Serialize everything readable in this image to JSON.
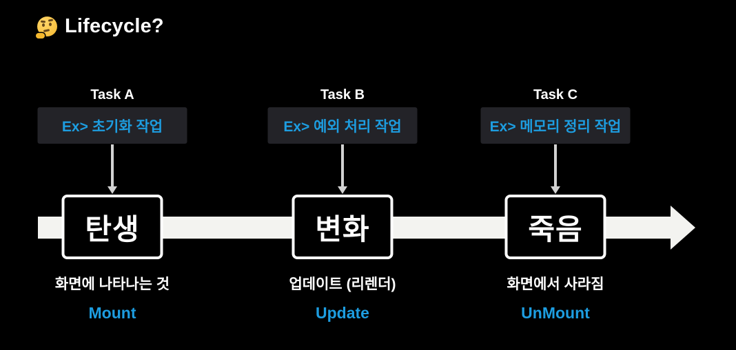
{
  "title": {
    "icon": "thinking-face-emoji",
    "text": "Lifecycle?"
  },
  "colors": {
    "background": "#000000",
    "accent_blue": "#1d9de0",
    "example_panel": "#232328",
    "timeline_white": "#f3f3f0",
    "connector_gray": "#d2d2d2",
    "text_white": "#ffffff",
    "emoji_yellow": "#f5b82e"
  },
  "stages": [
    {
      "task": "Task A",
      "example": "Ex> 초기화 작업",
      "box": "탄생",
      "description": "화면에 나타나는 것",
      "english": "Mount"
    },
    {
      "task": "Task B",
      "example": "Ex> 예외 처리 작업",
      "box": "변화",
      "description": "업데이트 (리렌더)",
      "english": "Update"
    },
    {
      "task": "Task C",
      "example": "Ex> 메모리 정리 작업",
      "box": "죽음",
      "description": "화면에서 사라짐",
      "english": "UnMount"
    }
  ]
}
